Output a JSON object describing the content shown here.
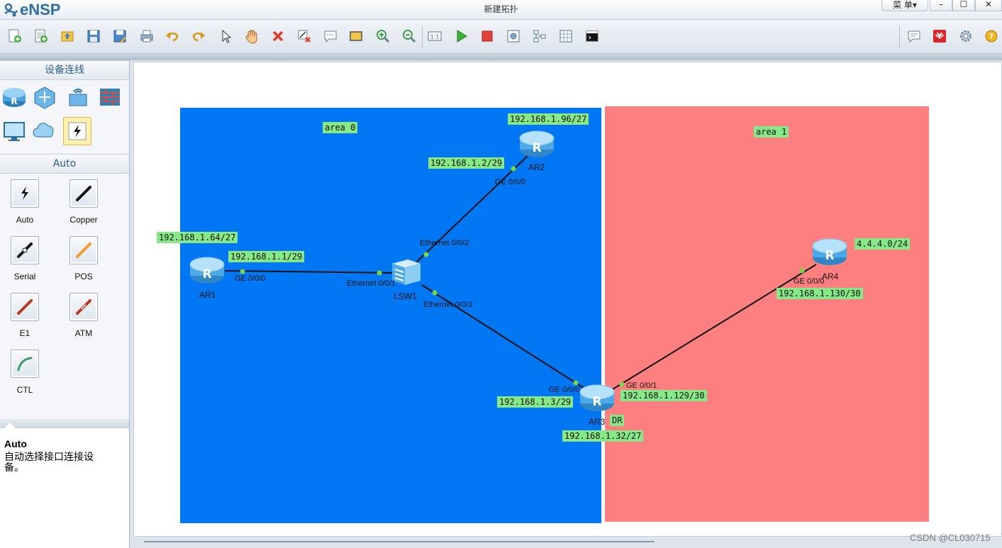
{
  "app": {
    "logo_text": "eNSP",
    "window_title": "新建拓扑",
    "menu_label": "菜 单▾",
    "minimize": "–",
    "maximize": "☐",
    "close": "✕"
  },
  "toolbar": {
    "left_icons": [
      "new-topology-icon",
      "new-exam-icon",
      "open-icon",
      "save-icon",
      "save-as-icon",
      "print-icon",
      "undo-icon",
      "redo-icon",
      "select-icon",
      "pan-hand-icon",
      "delete-icon",
      "delete-link-icon",
      "text-icon",
      "palette-icon",
      "zoom-in-icon",
      "zoom-out-icon",
      "fit-icon",
      "start-device-icon",
      "stop-device-icon",
      "capture-icon",
      "topology-icon",
      "grid-icon",
      "cli-icon"
    ],
    "right_icons": [
      "chat-icon",
      "huawei-icon",
      "settings-icon",
      "help-icon"
    ]
  },
  "left_panel": {
    "devices_header": "设备连线",
    "device_icons": [
      "router-device-icon",
      "switch-device-icon",
      "wlan-device-icon",
      "firewall-device-icon",
      "pc-device-icon",
      "cloud-device-icon",
      "auto-link-device-icon"
    ],
    "cables_header": "Auto",
    "cables": [
      {
        "label": "Auto",
        "icon": "auto-cable-icon"
      },
      {
        "label": "Copper",
        "icon": "copper-cable-icon"
      },
      {
        "label": "Serial",
        "icon": "serial-cable-icon"
      },
      {
        "label": "POS",
        "icon": "pos-cable-icon"
      },
      {
        "label": "E1",
        "icon": "e1-cable-icon"
      },
      {
        "label": "ATM",
        "icon": "atm-cable-icon"
      },
      {
        "label": "CTL",
        "icon": "ctl-cable-icon"
      }
    ],
    "description": {
      "title": "Auto",
      "text": "自动选择接口连接设备。"
    }
  },
  "topology": {
    "areas": [
      {
        "name": "area 0",
        "color": "#0177f4"
      },
      {
        "name": "area 1",
        "color": "#fd7f7f"
      }
    ],
    "devices": {
      "ar1": "AR1",
      "ar2": "AR2",
      "ar3": "AR3",
      "ar4": "AR4",
      "lsw1": "LSW1"
    },
    "network_labels": {
      "ar1_net": "192.168.1.64/27",
      "ar1_if": "192.168.1.1/29",
      "ar2_net": "192.168.1.96/27",
      "ar2_if": "192.168.1.2/29",
      "ar3_if": "192.168.1.3/29",
      "ar3_dr": "DR",
      "ar3_net": "192.168.1.32/27",
      "ar3_if1": "192.168.1.129/30",
      "ar4_if": "192.168.1.130/30",
      "ar4_net": "4.4.4.0/24"
    },
    "port_labels": {
      "ar1_ge": "GE 0/0/0",
      "lsw_e1": "Ethernet 0/0/1",
      "lsw_e2": "Ethernet 0/0/2",
      "lsw_e3": "Ethernet 0/0/3",
      "ar2_ge": "GE 0/0/0",
      "ar3_ge0": "GE 0/0/0",
      "ar3_ge1": "GE 0/0/1",
      "ar4_ge": "GE 0/0/0"
    },
    "link_color": "#111111",
    "port_dot_color": "#76d64a"
  },
  "watermark": "CSDN @CL030715"
}
